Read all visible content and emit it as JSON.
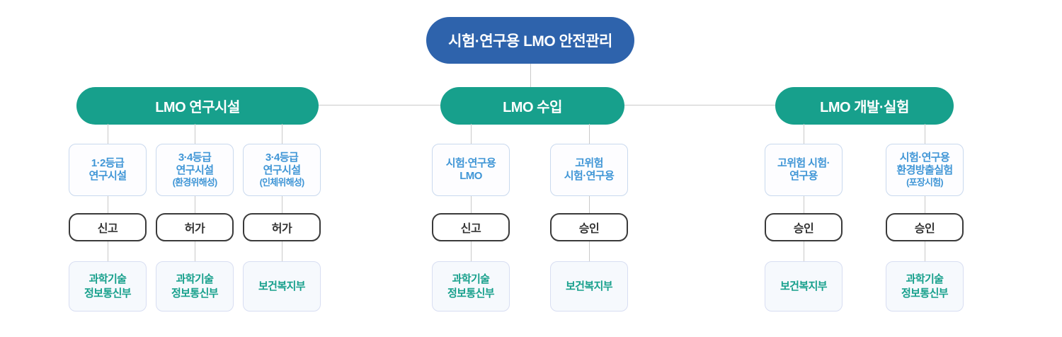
{
  "diagram": {
    "root": {
      "label": "시험·연구용 LMO 안전관리"
    },
    "palette": {
      "root_fill": "#2e63ac",
      "group_fill": "#17a08c",
      "pill_text": "#ffffff",
      "category_text": "#4096d6",
      "category_border": "#c9d9ee",
      "action_border": "#3a3a3a",
      "action_text": "#333333",
      "ministry_text": "#17a08c",
      "ministry_fill": "#f6f9fd",
      "ministry_border": "#d8def2",
      "connector": "#c9c9c9"
    },
    "groups": [
      {
        "label": "LMO 연구시설",
        "columns": [
          {
            "category": "1·2등급\n연구시설",
            "category_sub": "",
            "action": "신고",
            "ministry": "과학기술\n정보통신부"
          },
          {
            "category": "3·4등급\n연구시설",
            "category_sub": "(환경위해성)",
            "action": "허가",
            "ministry": "과학기술\n정보통신부"
          },
          {
            "category": "3·4등급\n연구시설",
            "category_sub": "(인체위해성)",
            "action": "허가",
            "ministry": "보건복지부"
          }
        ]
      },
      {
        "label": "LMO 수입",
        "columns": [
          {
            "category": "시험·연구용\nLMO",
            "category_sub": "",
            "action": "신고",
            "ministry": "과학기술\n정보통신부"
          },
          {
            "category": "고위험\n시험·연구용",
            "category_sub": "",
            "action": "승인",
            "ministry": "보건복지부"
          }
        ]
      },
      {
        "label": "LMO 개발·실험",
        "columns": [
          {
            "category": "고위험 시험·\n연구용",
            "category_sub": "",
            "action": "승인",
            "ministry": "보건복지부"
          },
          {
            "category": "시험·연구용\n환경방출실험",
            "category_sub": "(포장시험)",
            "action": "승인",
            "ministry": "과학기술\n정보통신부"
          }
        ]
      }
    ]
  }
}
